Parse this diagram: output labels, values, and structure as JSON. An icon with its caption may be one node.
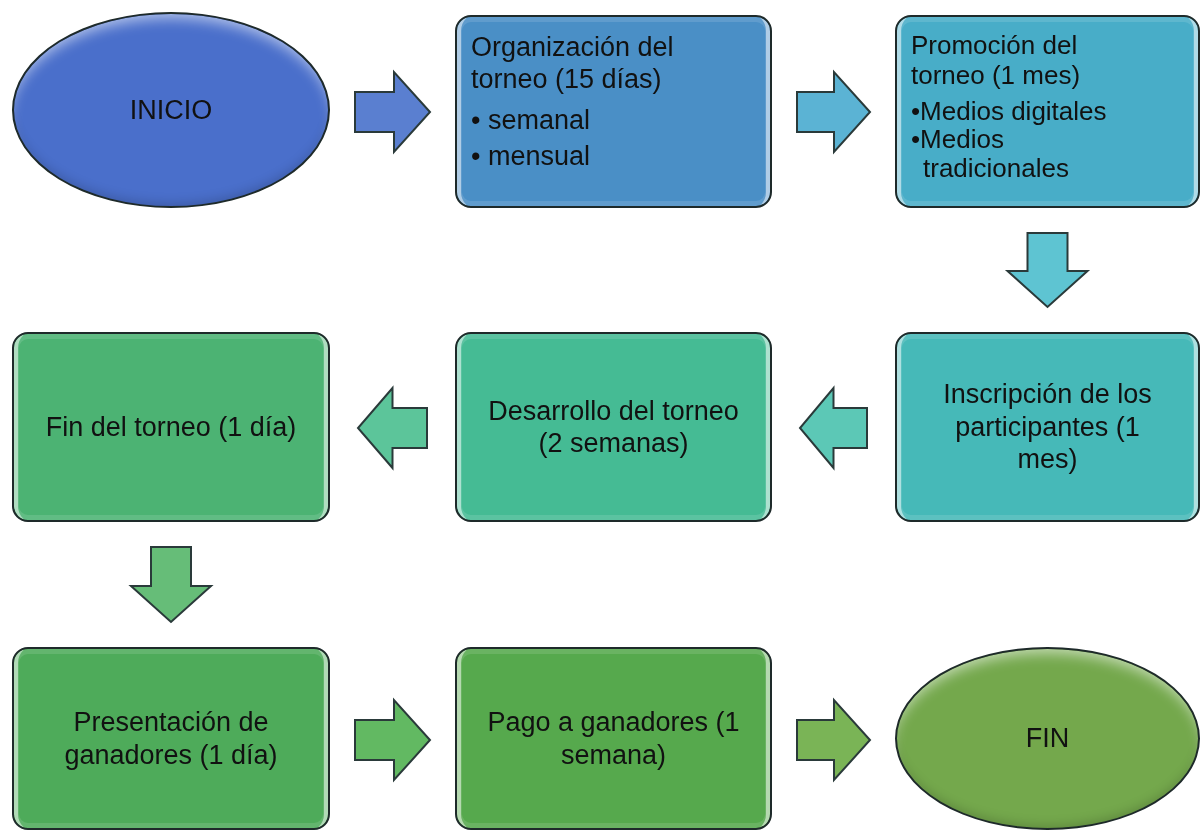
{
  "diagram": {
    "nodes": [
      {
        "text": [
          "INICIO"
        ]
      },
      {
        "text": [
          "Organización del torneo (15 días)",
          "• semanal",
          "• mensual"
        ]
      },
      {
        "text": [
          "Promoción del torneo (1 mes)",
          "•Medios digitales",
          "•Medios tradicionales"
        ]
      },
      {
        "text": [
          "Inscripción de los participantes (1 mes)"
        ]
      },
      {
        "text": [
          "Desarrollo del torneo (2 semanas)"
        ]
      },
      {
        "text": [
          "Fin del torneo (1 día)"
        ]
      },
      {
        "text": [
          "Presentación de ganadores (1 día)"
        ]
      },
      {
        "text": [
          "Pago a ganadores (1 semana)"
        ]
      },
      {
        "text": [
          "FIN"
        ]
      }
    ],
    "edges": [
      {
        "from": 0,
        "to": 1,
        "arrow": "to",
        "style": "thick",
        "color": "#5a7fd0"
      },
      {
        "from": 1,
        "to": 2,
        "arrow": "to",
        "style": "thick",
        "color": "#5bb3d4"
      },
      {
        "from": 2,
        "to": 3,
        "arrow": "to",
        "style": "thick",
        "color": "#5ec4d2"
      },
      {
        "from": 3,
        "to": 4,
        "arrow": "to",
        "style": "thick",
        "color": "#5cc8b6"
      },
      {
        "from": 4,
        "to": 5,
        "arrow": "to",
        "style": "thick",
        "color": "#5cc59a"
      },
      {
        "from": 5,
        "to": 6,
        "arrow": "to",
        "style": "thick",
        "color": "#66bd78"
      },
      {
        "from": 6,
        "to": 7,
        "arrow": "to",
        "style": "thick",
        "color": "#62b962"
      },
      {
        "from": 7,
        "to": 8,
        "arrow": "to",
        "style": "thick",
        "color": "#7ab456"
      }
    ]
  }
}
